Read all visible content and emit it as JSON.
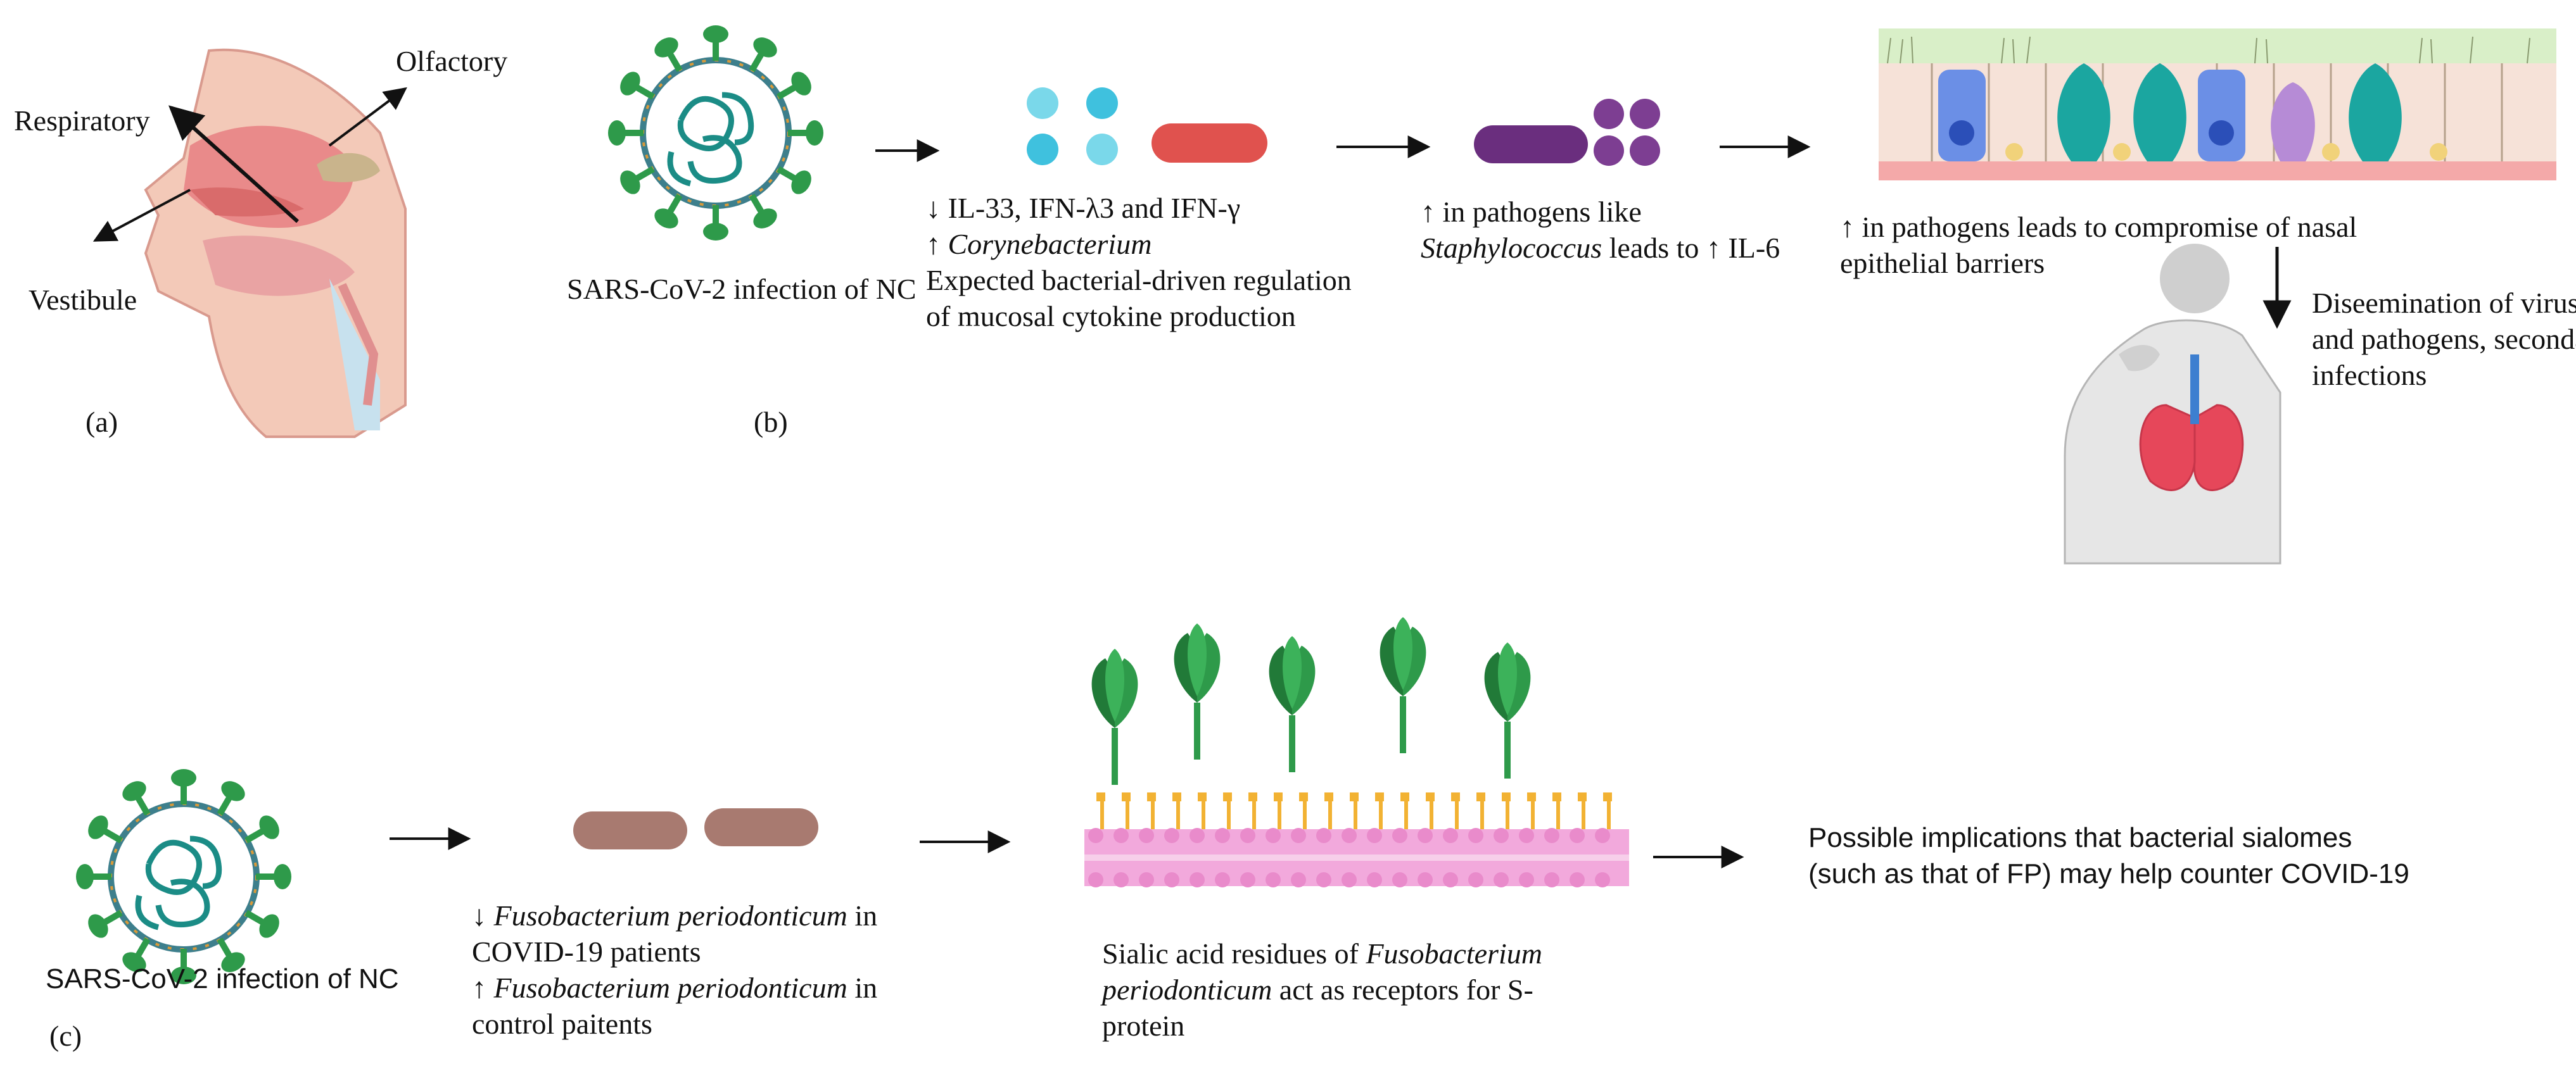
{
  "panel_a": {
    "letter": "(a)",
    "labels": {
      "respiratory": "Respiratory",
      "olfactory": "Olfactory",
      "vestibule": "Vestibule"
    }
  },
  "panel_b": {
    "letter": "(b)",
    "virus_caption": "SARS-CoV-2 infection of NC",
    "step1": {
      "line1": "↓ IL-33, IFN-λ3 and IFN-γ",
      "line2_prefix": "↑ ",
      "line2_italic": "Corynebacterium",
      "line3": "Expected bacterial-driven regulation",
      "line4": "of mucosal cytokine production"
    },
    "step2": {
      "line1": "↑ in pathogens like",
      "line2_italic": "Staphylococcus",
      "line2_rest": " leads to ↑ IL-6"
    },
    "step3": {
      "line1": "↑ in pathogens leads to compromise of nasal",
      "line2": "epithelial barriers"
    },
    "step4": {
      "line1": "Diseemination of virus",
      "line2": "and pathogens, secondary",
      "line3": "infections"
    }
  },
  "panel_c": {
    "letter": "(c)",
    "virus_caption": "SARS-CoV-2 infection of NC",
    "step1": {
      "line1_prefix": "↓ ",
      "line1_italic": "Fusobacterium periodonticum",
      "line1_rest": " in",
      "line2": "COVID-19 patients",
      "line3_prefix": "↑ ",
      "line3_italic": "Fusobacterium periodonticum",
      "line3_rest": "  in",
      "line4": "control paitents"
    },
    "step2": {
      "line1_prefix": "Sialic acid residues of ",
      "line1_italic": "Fusobacterium",
      "line2_italic": "periodonticum",
      "line2_rest": "  act as receptors for S-",
      "line3": "protein"
    },
    "step3": {
      "line1": "Possible implications that bacterial sialomes",
      "line2": "(such as that of FP) may help counter COVID-19"
    }
  },
  "colors": {
    "virus_spike": "#2e9a4a",
    "virus_ring": "#3d7f8c",
    "virus_rna": "#1b8c86",
    "light_blue_bacteria": "#3fc1de",
    "red_bacteria": "#e0524e",
    "purple_bacteria": "#6a2e7e",
    "fuso_bacteria": "#a87a70",
    "membrane_pink": "#f2a9dc",
    "sialic_yellow": "#f2b233",
    "epithelium_bg": "#f6e2d8",
    "lung_red": "#e6475a"
  }
}
